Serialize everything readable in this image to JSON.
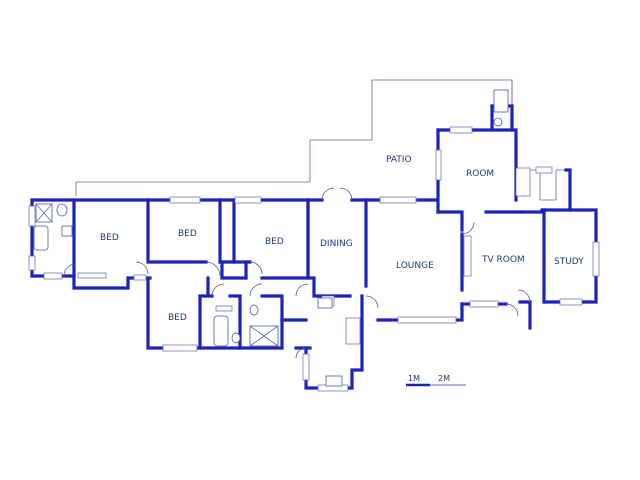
{
  "rooms": {
    "bed1": "BED",
    "bed2": "BED",
    "bed3": "BED",
    "bed4": "BED",
    "dining": "DINING",
    "patio": "PATIO",
    "room": "ROOM",
    "lounge": "LOUNGE",
    "tv_room": "TV ROOM",
    "study": "STUDY"
  },
  "scale": {
    "label_1": "1M",
    "label_2": "2M"
  },
  "colors": {
    "walls": "#1c24b8",
    "outline": "#5a6aa8",
    "text": "#1a3a78"
  }
}
